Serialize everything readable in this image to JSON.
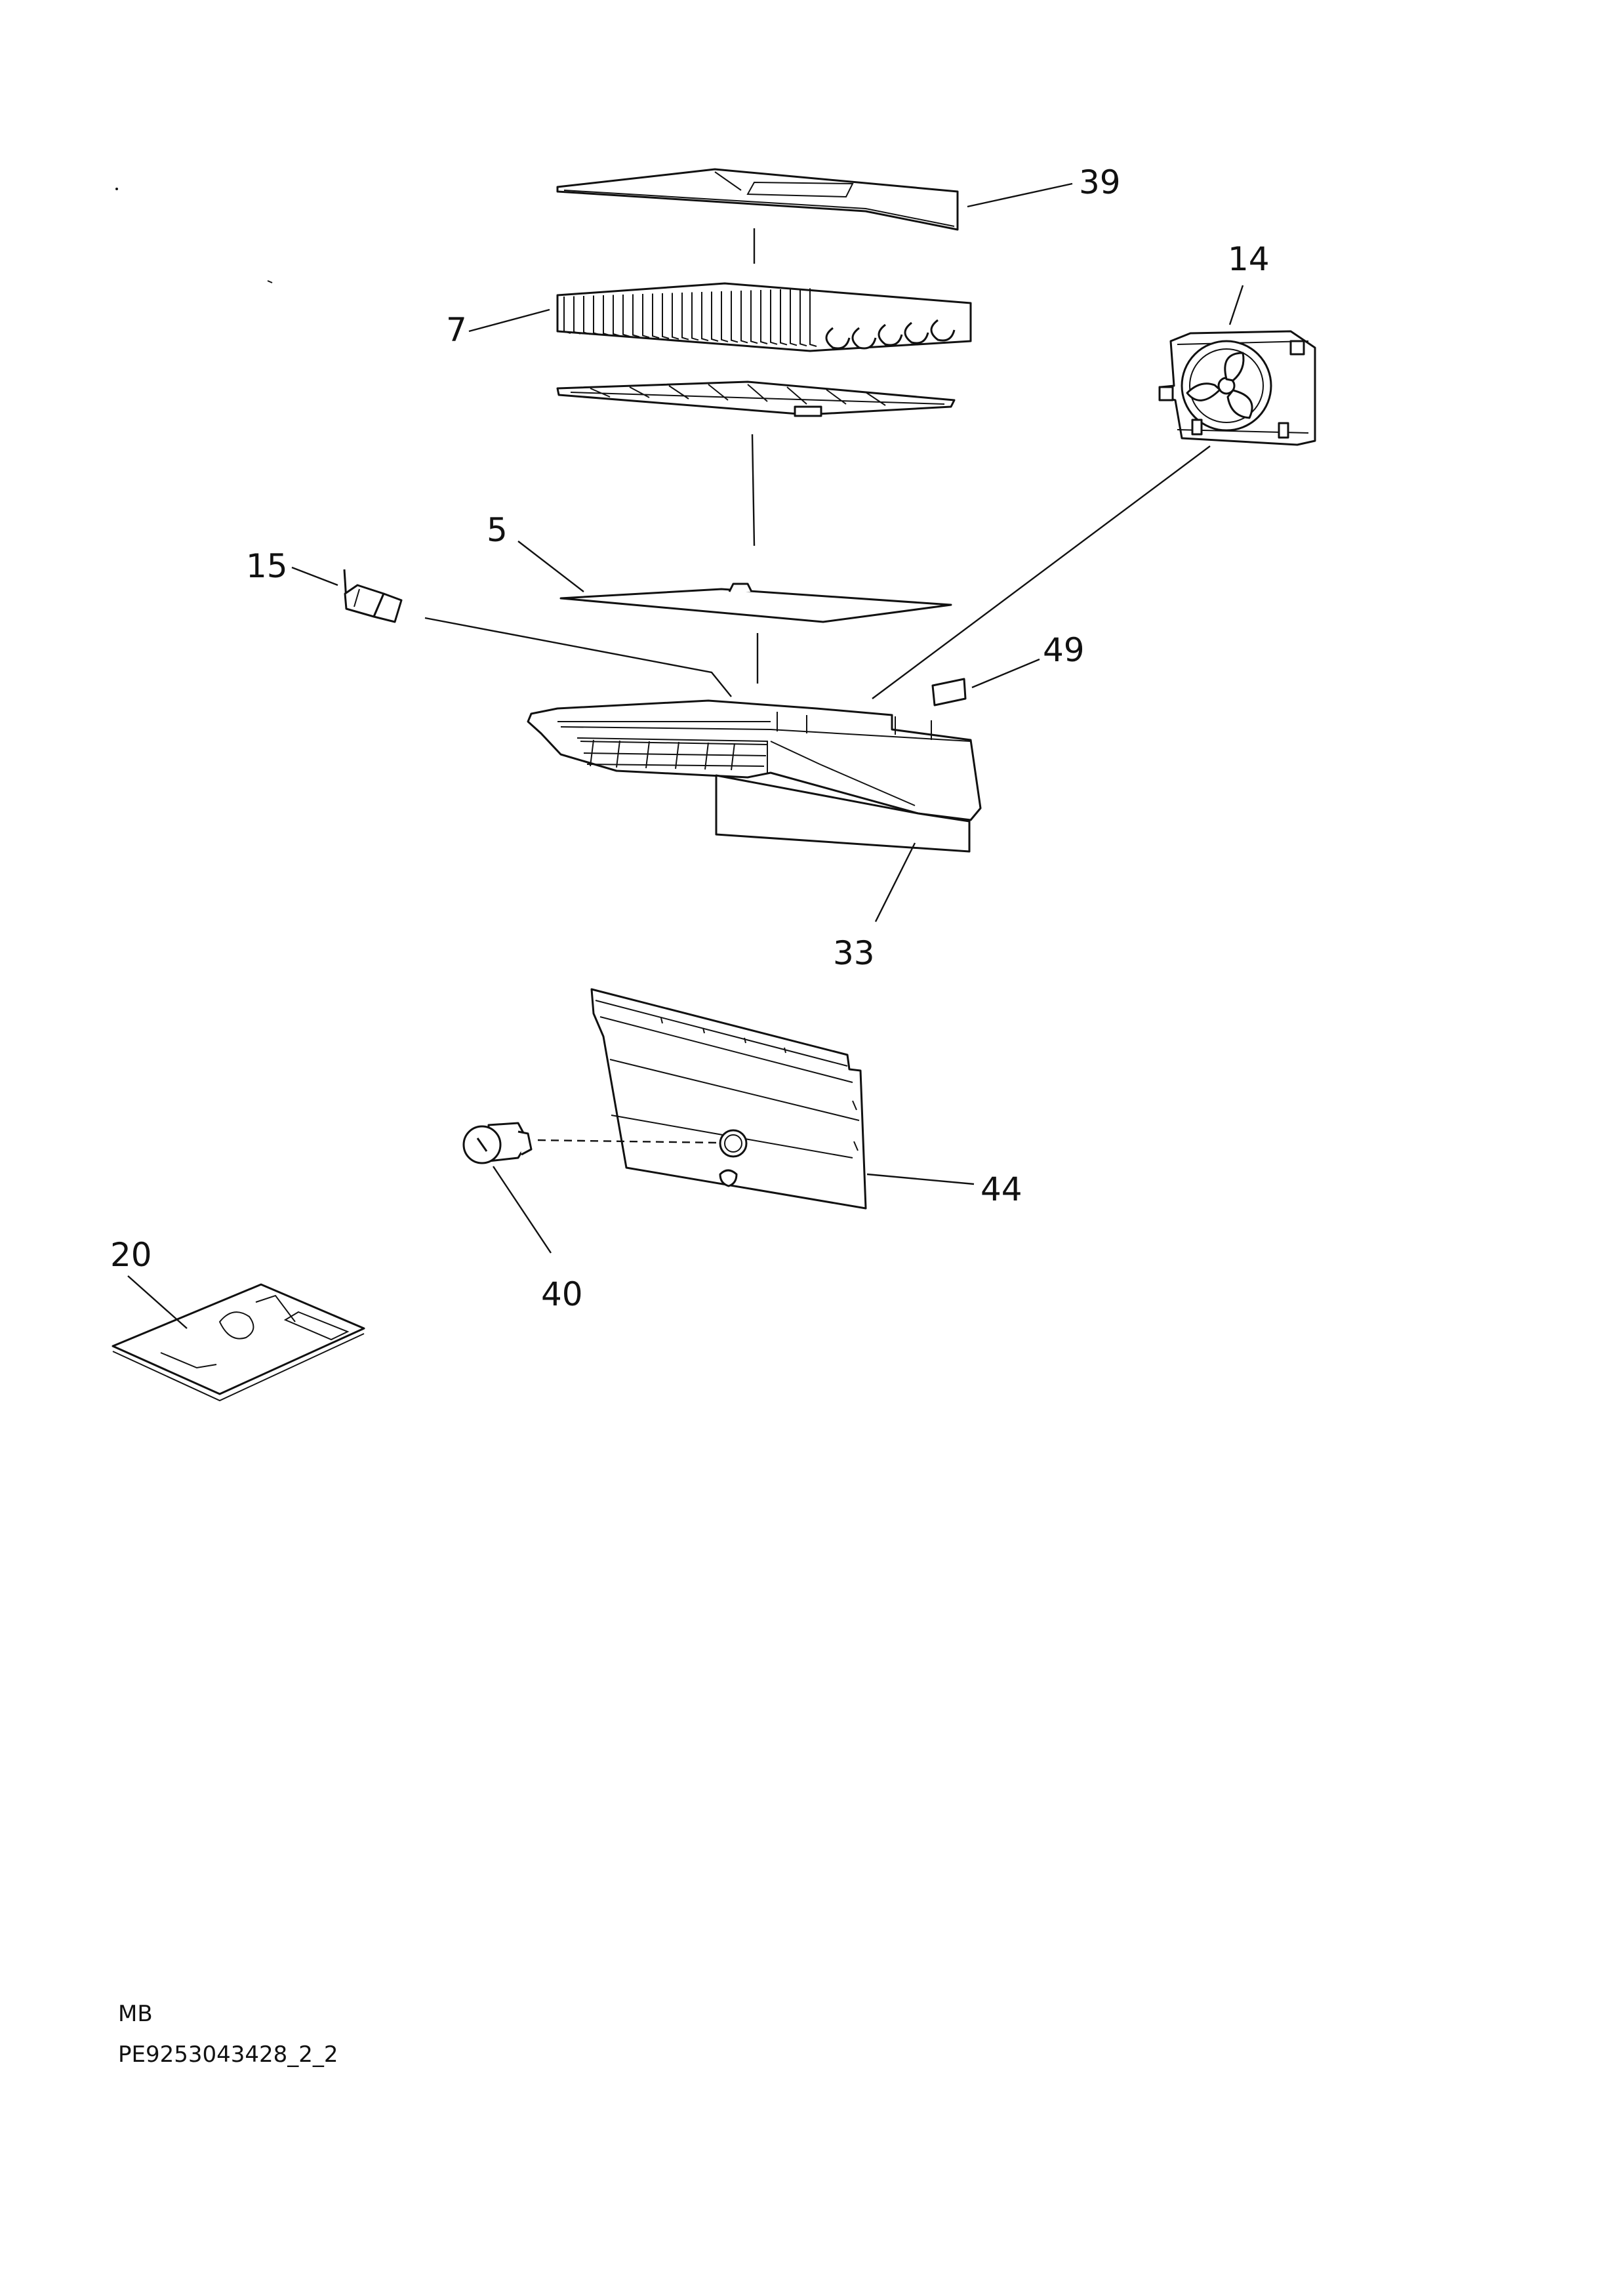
{
  "callouts": {
    "c39": "39",
    "c14": "14",
    "c7": "7",
    "c5": "5",
    "c15": "15",
    "c49": "49",
    "c33": "33",
    "c44": "44",
    "c20": "20",
    "c40": "40"
  },
  "footer": {
    "model_code": "MB",
    "document_code": "PE9253043428_2_2"
  }
}
